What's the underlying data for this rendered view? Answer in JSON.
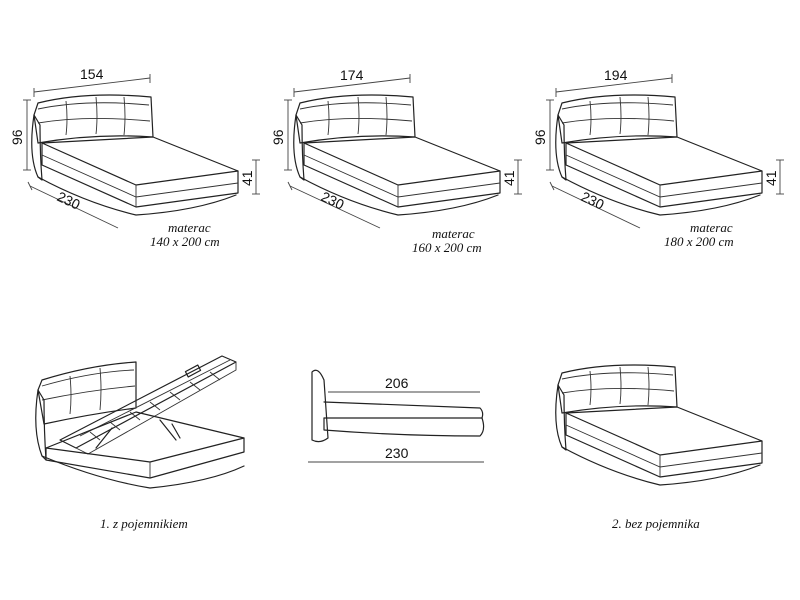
{
  "beds": [
    {
      "width": "154",
      "height": "96",
      "length": "230",
      "frame_height": "41",
      "mattress_label": "materac",
      "mattress_size": "140 x 200 cm"
    },
    {
      "width": "174",
      "height": "96",
      "length": "230",
      "frame_height": "41",
      "mattress_label": "materac",
      "mattress_size": "160 x 200 cm"
    },
    {
      "width": "194",
      "height": "96",
      "length": "230",
      "frame_height": "41",
      "mattress_label": "materac",
      "mattress_size": "180 x 200 cm"
    }
  ],
  "side_view": {
    "inner_length": "206",
    "total_length": "230"
  },
  "captions": {
    "with_storage": "1. z pojemnikiem",
    "without_storage": "2. bez pojemnika"
  }
}
